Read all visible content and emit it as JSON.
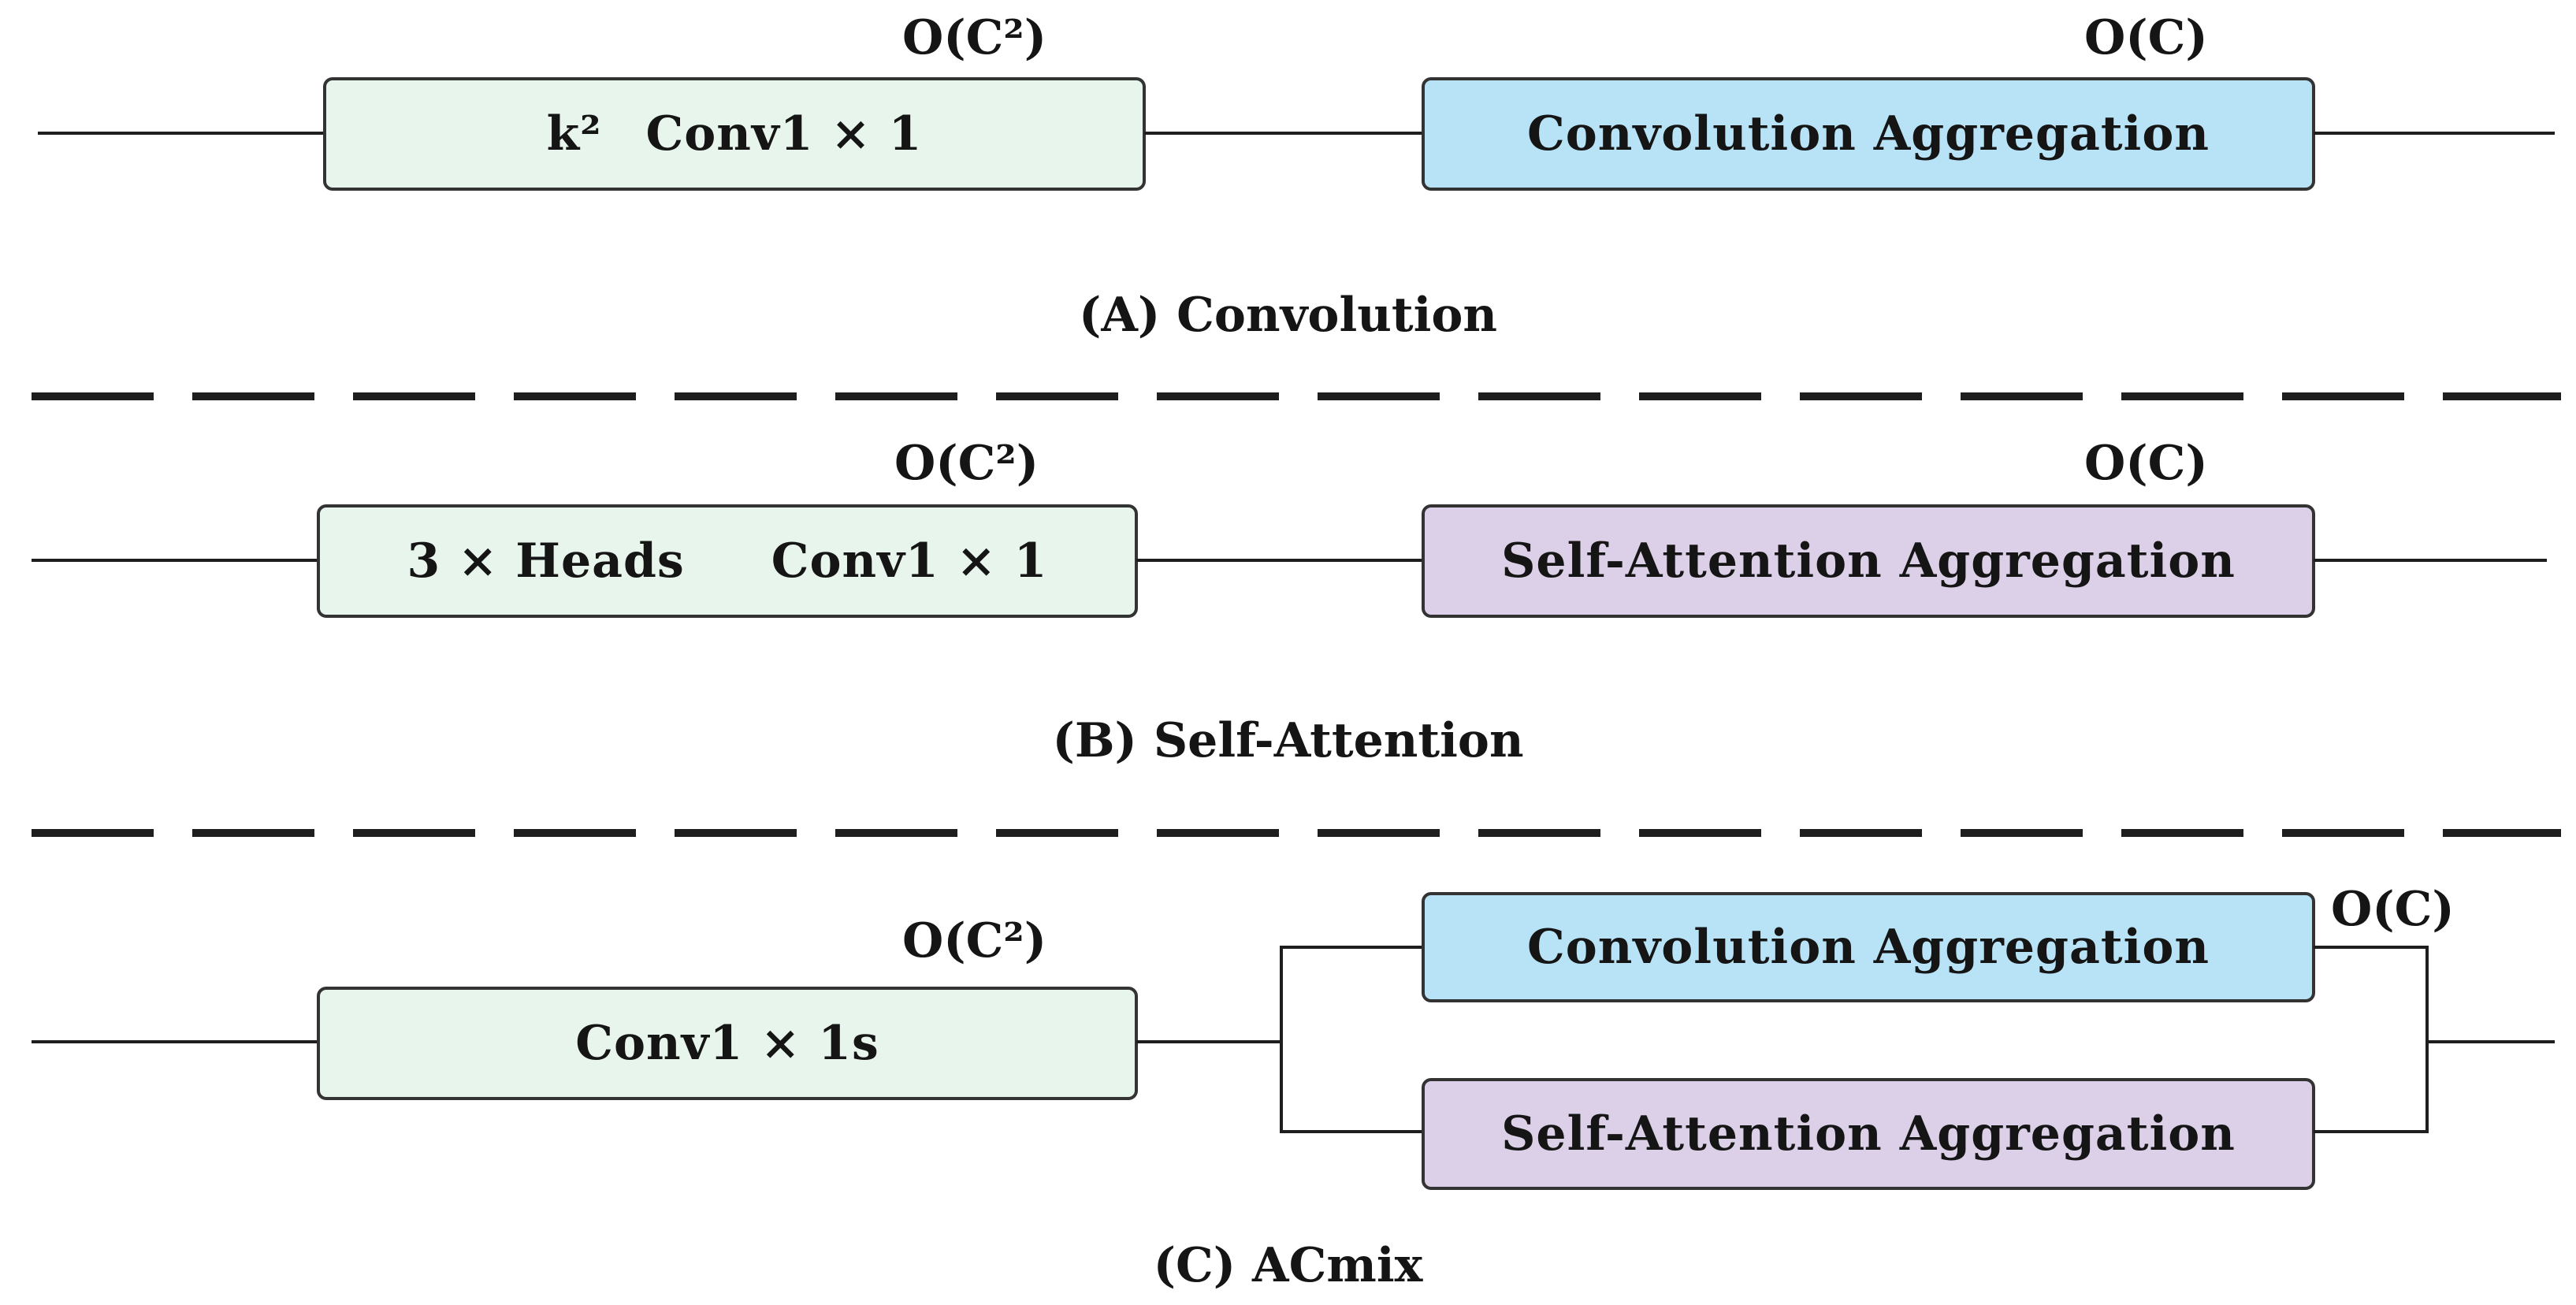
{
  "diagram": {
    "sections": [
      {
        "caption": "(A) Convolution",
        "projection": {
          "prefix": "k²",
          "label": "Conv1 × 1",
          "complexity": "O(C²)"
        },
        "aggregation": {
          "label": "Convolution Aggregation",
          "complexity": "O(C)",
          "color": "#b8e3f6"
        }
      },
      {
        "caption": "(B) Self-Attention",
        "projection": {
          "prefix": "3 × Heads",
          "label": "Conv1 × 1",
          "complexity": "O(C²)"
        },
        "aggregation": {
          "label": "Self-Attention Aggregation",
          "complexity": "O(C)",
          "color": "#dccfe8"
        }
      },
      {
        "caption": "(C) ACmix",
        "projection": {
          "label": "Conv1 × 1s",
          "complexity": "O(C²)"
        },
        "aggregation_conv": {
          "label": "Convolution Aggregation",
          "color": "#b8e3f6"
        },
        "aggregation_attn": {
          "label": "Self-Attention Aggregation",
          "color": "#dccfe8"
        },
        "aggregation_complexity": "O(C)"
      }
    ],
    "projection_color": "#e8f5ec"
  }
}
